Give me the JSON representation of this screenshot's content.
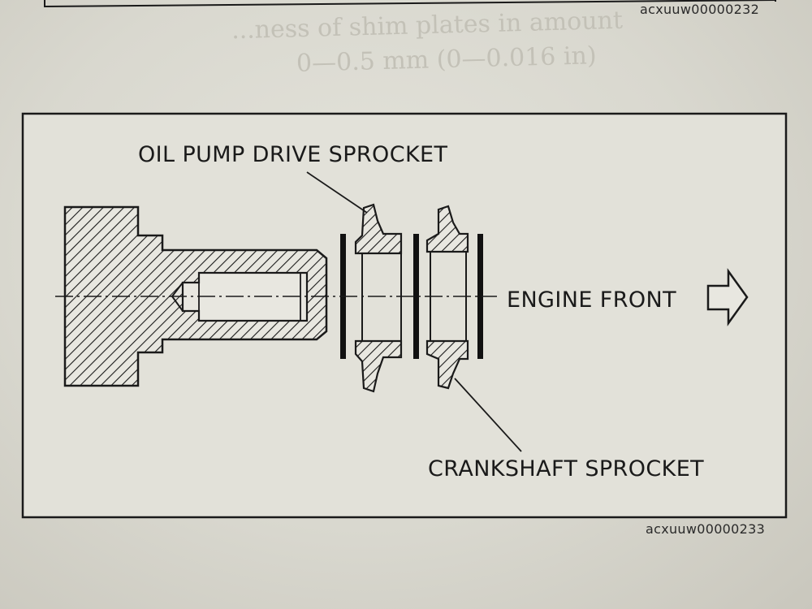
{
  "top_code": "acxuuw00000232",
  "bottom_code": "acxuuw00000233",
  "ghost_text": {
    "line1": "...ness of shim plates in amount",
    "line2": "0—0.5 mm (0—0.016 in)"
  },
  "labels": {
    "oil_pump": "OIL PUMP DRIVE SPROCKET",
    "engine_front": "ENGINE FRONT",
    "crankshaft": "CRANKSHAFT SPROCKET"
  }
}
